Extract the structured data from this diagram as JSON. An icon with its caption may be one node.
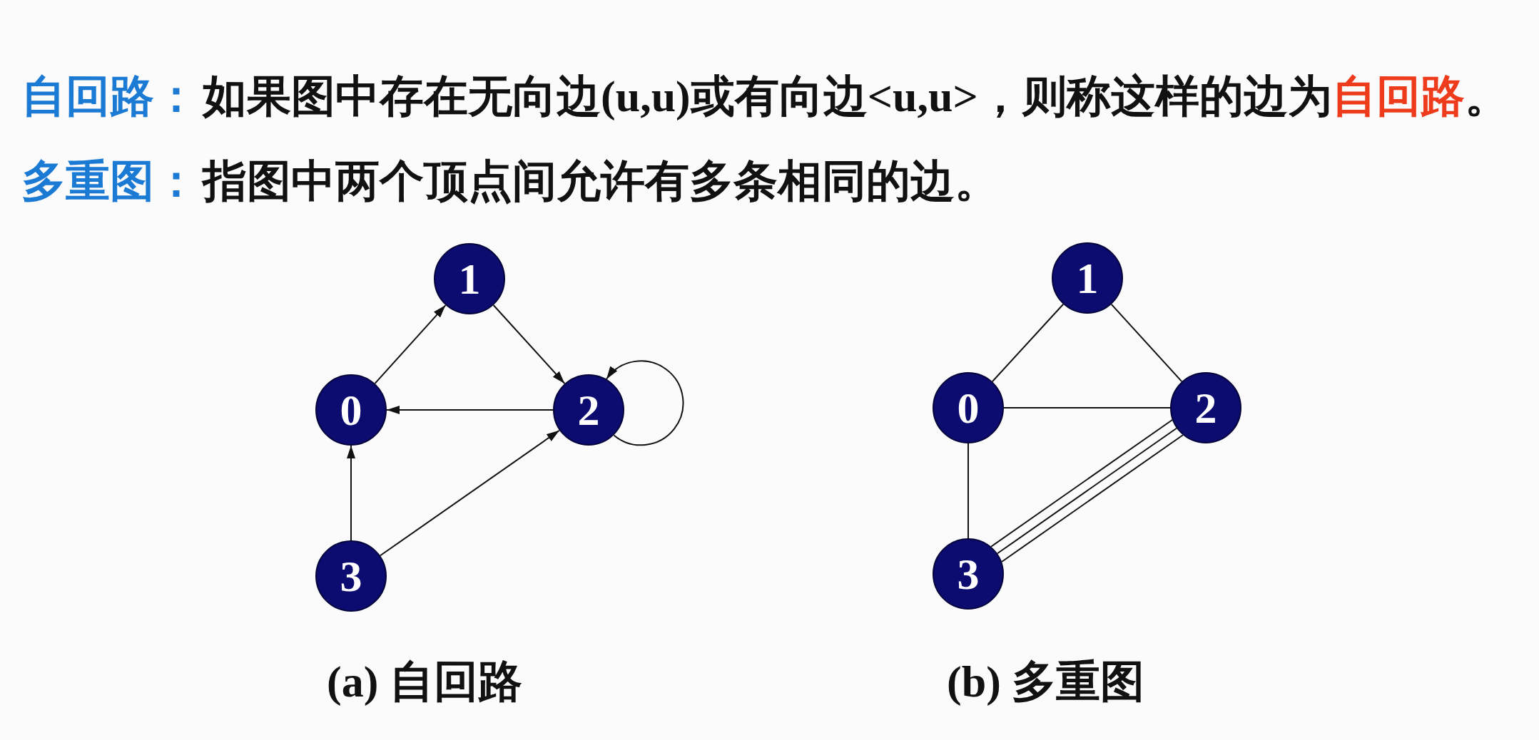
{
  "diagram": {
    "nodes": [
      {
        "text": [
          "1"
        ]
      },
      {
        "text": [
          "0"
        ]
      },
      {
        "text": [
          "2"
        ]
      },
      {
        "text": [
          "3"
        ]
      },
      {
        "text": [
          "1"
        ]
      },
      {
        "text": [
          "0"
        ]
      },
      {
        "text": [
          "2"
        ]
      },
      {
        "text": [
          "3"
        ]
      }
    ],
    "edges": [
      {
        "from": 1,
        "to": 0,
        "arrow": "to"
      },
      {
        "from": 0,
        "to": 2,
        "arrow": "to"
      },
      {
        "from": 2,
        "to": 1,
        "arrow": "to"
      },
      {
        "from": 3,
        "to": 1,
        "arrow": "to"
      },
      {
        "from": 3,
        "to": 2,
        "arrow": "to"
      },
      {
        "from": 2,
        "to": 2,
        "arrow": "to"
      },
      {
        "from": 5,
        "to": 4,
        "arrow": "none"
      },
      {
        "from": 4,
        "to": 6,
        "arrow": "none"
      },
      {
        "from": 5,
        "to": 6,
        "arrow": "none"
      },
      {
        "from": 5,
        "to": 7,
        "arrow": "none"
      },
      {
        "from": 7,
        "to": 6,
        "arrow": "none"
      },
      {
        "from": 7,
        "to": 6,
        "arrow": "none"
      },
      {
        "from": 7,
        "to": 6,
        "arrow": "none"
      }
    ],
    "labels": [
      "自回路：",
      "如果图中存在无向边(u,u)或有向边<u,u>，则称这样的边为**自回路**。",
      "多重图：",
      "指图中两个顶点间允许有多条相同的边。",
      "(a) 自回路",
      "(b) 多重图"
    ]
  }
}
